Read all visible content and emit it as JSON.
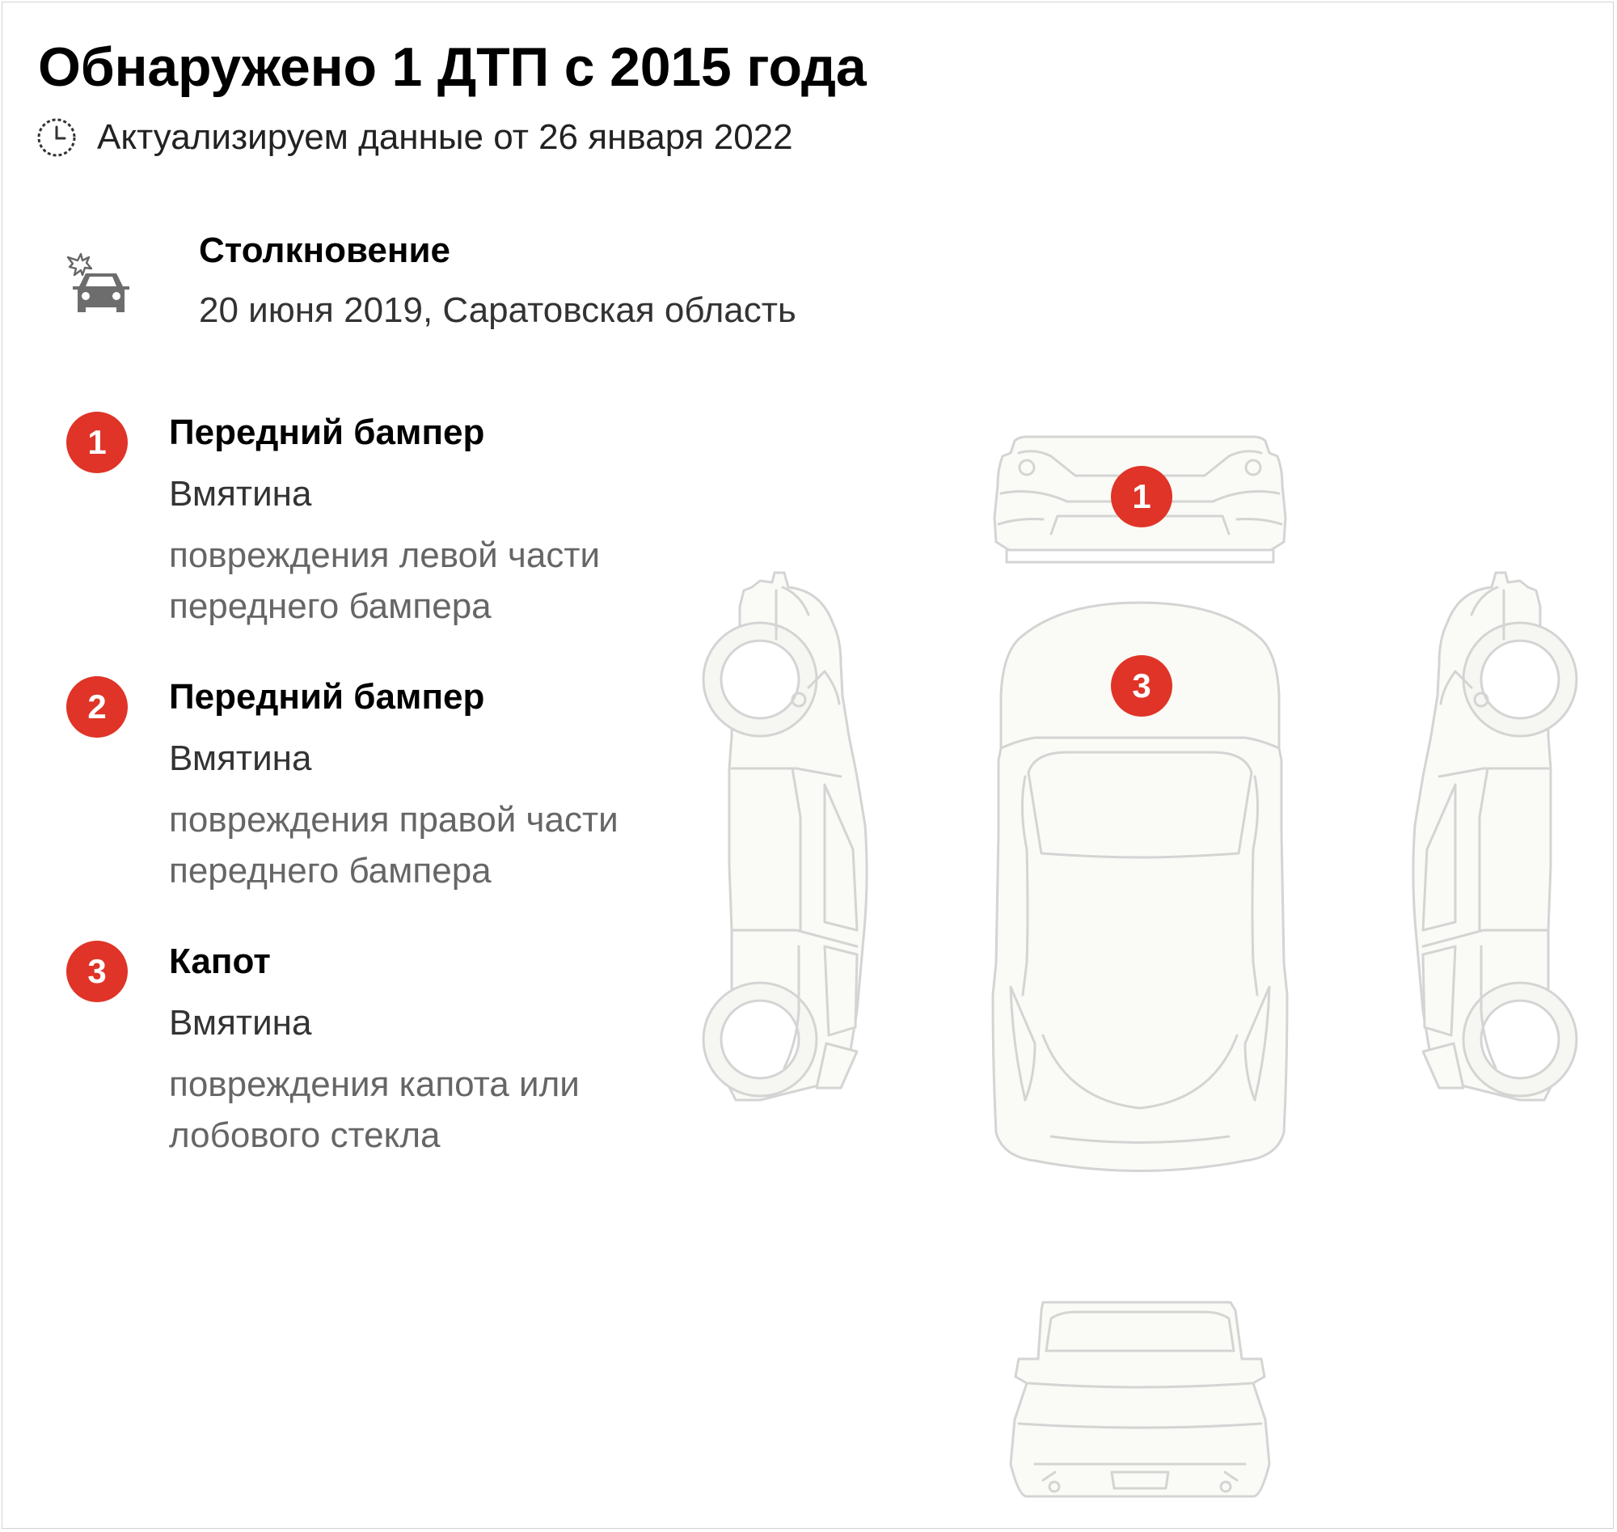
{
  "header": {
    "title": "Обнаружено 1 ДТП с 2015 года",
    "updated": "Актуализируем данные от 26 января 2022",
    "clock_icon": "clock-icon"
  },
  "accident": {
    "icon": "car-crash-icon",
    "type": "Столкновение",
    "date_place": "20 июня 2019, Саратовская область"
  },
  "damages": [
    {
      "number": "1",
      "part": "Передний бампер",
      "kind": "Вмятина",
      "description": "повреждения левой части переднего бампера"
    },
    {
      "number": "2",
      "part": "Передний бампер",
      "kind": "Вмятина",
      "description": "повреждения правой части переднего бампера"
    },
    {
      "number": "3",
      "part": "Капот",
      "kind": "Вмятина",
      "description": "повреждения капота или лобового стекла"
    }
  ],
  "diagram": {
    "markers": [
      {
        "number": "1",
        "zone": "front-bumper"
      },
      {
        "number": "3",
        "zone": "hood"
      }
    ]
  },
  "colors": {
    "accent": "#df3427",
    "outline": "#d4d4d4",
    "fill": "#fafaf6"
  }
}
